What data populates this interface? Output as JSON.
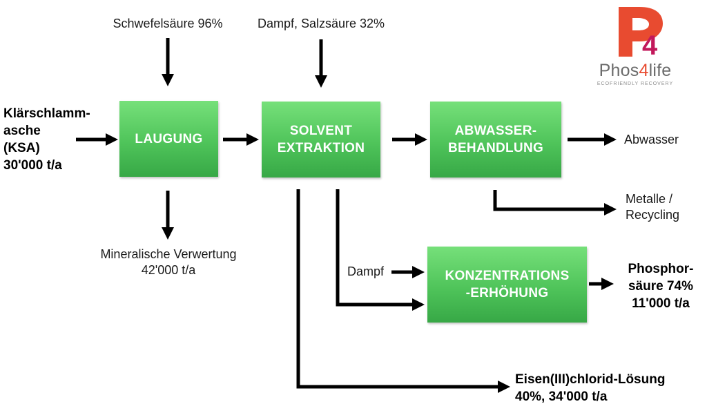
{
  "nodes": {
    "laugung": "LAUGUNG",
    "solvent": "SOLVENT\nEXTRAKTION",
    "abwasser_beh": "ABWASSER-\nBEHANDLUNG",
    "konz": "KONZENTRATIONS\n-ERHÖHUNG"
  },
  "labels": {
    "input_ksa": "Klärschlamm-\nasche\n(KSA)\n30'000 t/a",
    "schwefel": "Schwefelsäure 96%",
    "dampf_salz": "Dampf, Salzsäure 32%",
    "mineral": "Mineralische Verwertung\n42'000 t/a",
    "abwasser_out": "Abwasser",
    "metalle": "Metalle /\nRecycling",
    "dampf": "Dampf",
    "phosphor": "Phosphor-\nsäure 74%\n11'000 t/a",
    "eisen": "Eisen(III)chlorid-Lösung\n40%, 34'000 t/a"
  },
  "logo": {
    "mark_letter": "P",
    "mark_digit": "4",
    "word_a": "Phos",
    "word_b": "4",
    "word_c": "life",
    "tagline": "ECOFRIENDLY RECOVERY",
    "color_primary": "#e84b30",
    "color_secondary": "#c2185b",
    "color_text": "#6b6b6b"
  },
  "colors": {
    "box_top": "#76e07a",
    "box_bottom": "#37a846",
    "arrow": "#000000"
  }
}
